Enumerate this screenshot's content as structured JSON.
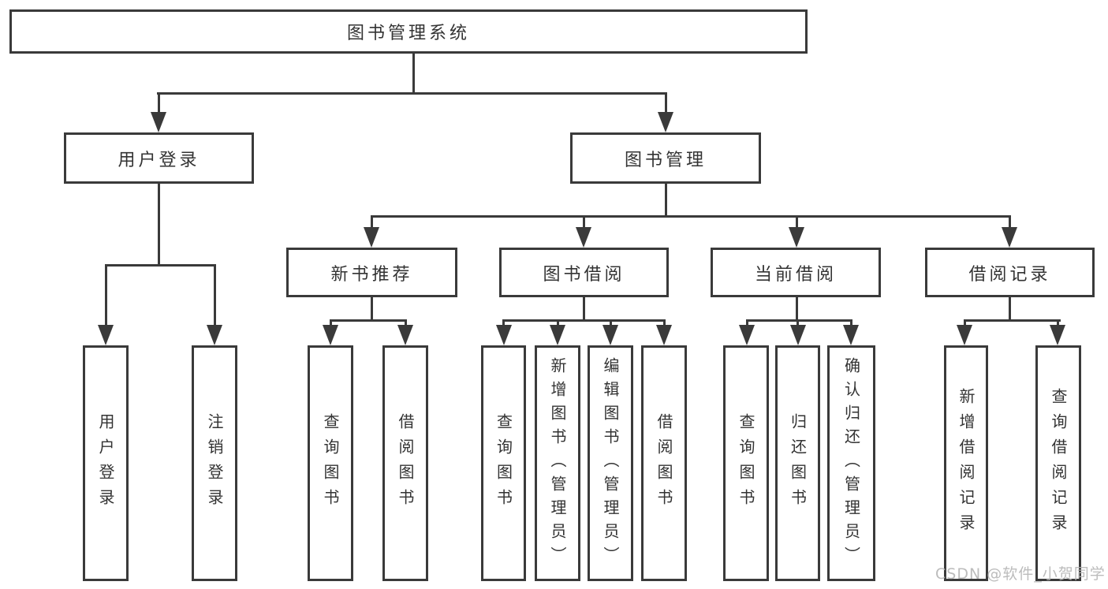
{
  "colors": {
    "line": "#3a3a3a",
    "box_border": "#3a3a3a",
    "text": "#333333",
    "background": "#ffffff",
    "watermark_text_color": "#b5b5b5"
  },
  "tree": {
    "root": {
      "label": "图书管理系统"
    },
    "login": {
      "label": "用户登录",
      "children": [
        {
          "label": "用户登录"
        },
        {
          "label": "注销登录"
        }
      ]
    },
    "management": {
      "label": "图书管理",
      "sections": [
        {
          "label": "新书推荐",
          "children": [
            {
              "label": "查询图书"
            },
            {
              "label": "借阅图书"
            }
          ]
        },
        {
          "label": "图书借阅",
          "children": [
            {
              "label": "查询图书"
            },
            {
              "label": "新增图书（管理员）"
            },
            {
              "label": "编辑图书（管理员）"
            },
            {
              "label": "借阅图书"
            }
          ]
        },
        {
          "label": "当前借阅",
          "children": [
            {
              "label": "查询图书"
            },
            {
              "label": "归还图书"
            },
            {
              "label": "确认归还（管理员）"
            }
          ]
        },
        {
          "label": "借阅记录",
          "children": [
            {
              "label": "新增借阅记录"
            },
            {
              "label": "查询借阅记录"
            }
          ]
        }
      ]
    }
  },
  "watermark": "CSDN @软件_小贺同学"
}
